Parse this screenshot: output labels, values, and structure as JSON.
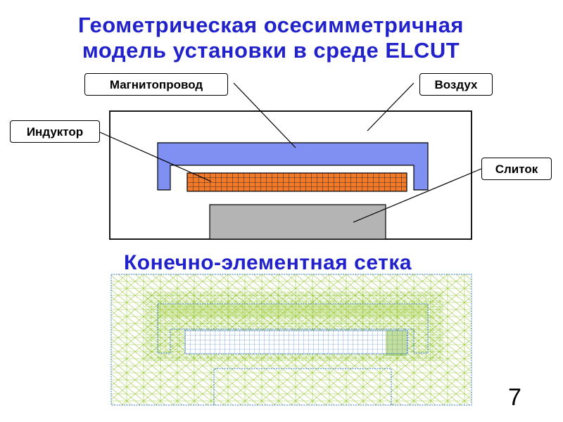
{
  "title": {
    "line1": "Геометрическая осесимметричная",
    "line2": "модель установки в среде ELCUT"
  },
  "labels": {
    "magnetic_core": "Магнитопровод",
    "air": "Воздух",
    "inductor": "Индуктор",
    "ingot": "Слиток"
  },
  "mesh_title": "Конечно-элементная сетка",
  "page_number": "7",
  "colors": {
    "title_text": "#2222cc",
    "magnetic_core_fill": "#7f8ff2",
    "inductor_fill": "#f07a2a",
    "ingot_fill": "#b4b4b4",
    "mesh_line": "#9ccc3a",
    "mesh_boundary": "#3a78d0"
  }
}
